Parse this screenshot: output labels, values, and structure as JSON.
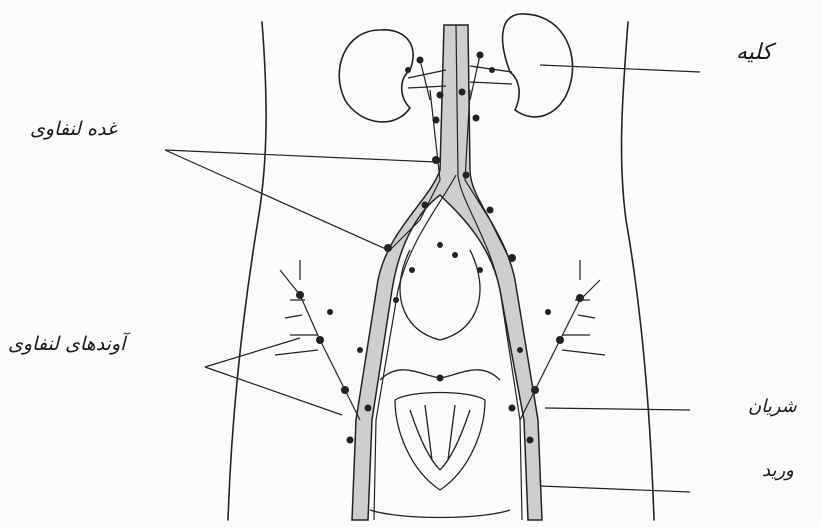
{
  "labels": {
    "kidney": "کلیه",
    "lymph_node": "غده لنفاوی",
    "lymph_vessels": "آوندهای لنفاوی",
    "artery": "شریان",
    "vein": "ورید"
  }
}
